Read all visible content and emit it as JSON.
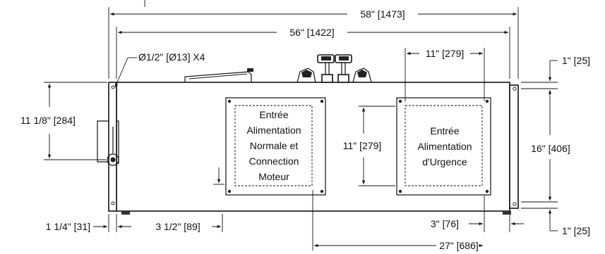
{
  "dimensions": {
    "overall_width": "58\" [1473]",
    "body_width": "56\" [1422]",
    "hole_callout": "Ø1/2\" [Ø13] X4",
    "panel_width": "11\" [279]",
    "top_offset": "1\" [25]",
    "left_height": "11 1/8\" [284]",
    "panel_height": "11\" [279]",
    "overall_height": "16\" [406]",
    "bottom_left": "1 1/4\" [31]",
    "foot_offset": "3 1/2\" [89]",
    "right_offset": "3\" [76]",
    "bottom_offset": "1\" [25]",
    "panel_spacing": "27\" [686]"
  },
  "panels": {
    "normal": [
      "Entrée",
      "Alimentation",
      "Normale et",
      "Connection",
      "Moteur"
    ],
    "emergency": [
      "Entrée",
      "Alimentation",
      "d'Urgence"
    ]
  }
}
